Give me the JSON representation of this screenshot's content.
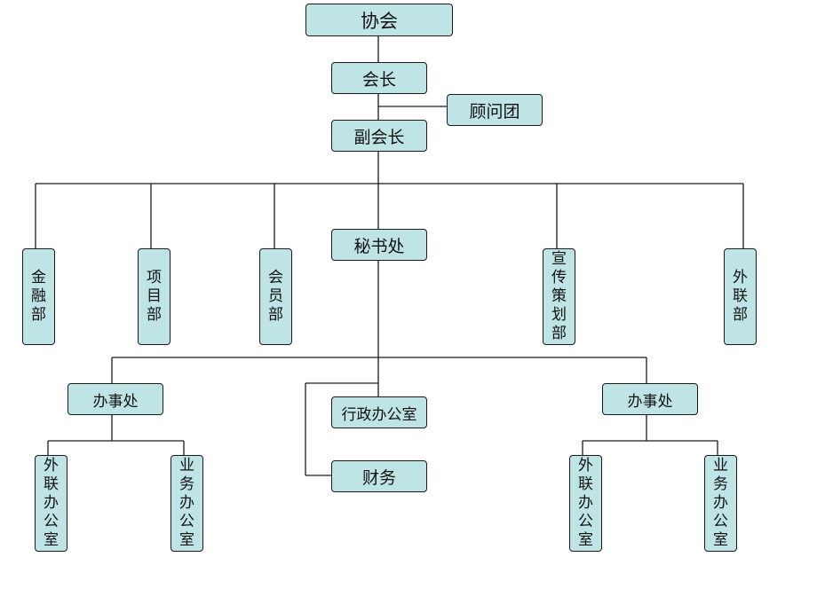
{
  "diagram": {
    "colors": {
      "box_fill": "#bfe4e6",
      "line": "#1a1a1a",
      "background": "#ffffff"
    },
    "nodes": {
      "association": "协会",
      "president": "会长",
      "advisory_group": "顾问团",
      "vice_president": "副会长",
      "secretariat": "秘书处",
      "finance_dept": "金融部",
      "project_dept": "项目部",
      "member_dept": "会员部",
      "publicity_dept": "宣传策划部",
      "external_dept": "外联部",
      "office_left": "办事处",
      "admin_office": "行政办公室",
      "office_right": "办事处",
      "finance": "财务",
      "liaison_left": "外联办公室",
      "business_left": "业务办公室",
      "liaison_right": "外联办公室",
      "business_right": "业务办公室"
    }
  }
}
